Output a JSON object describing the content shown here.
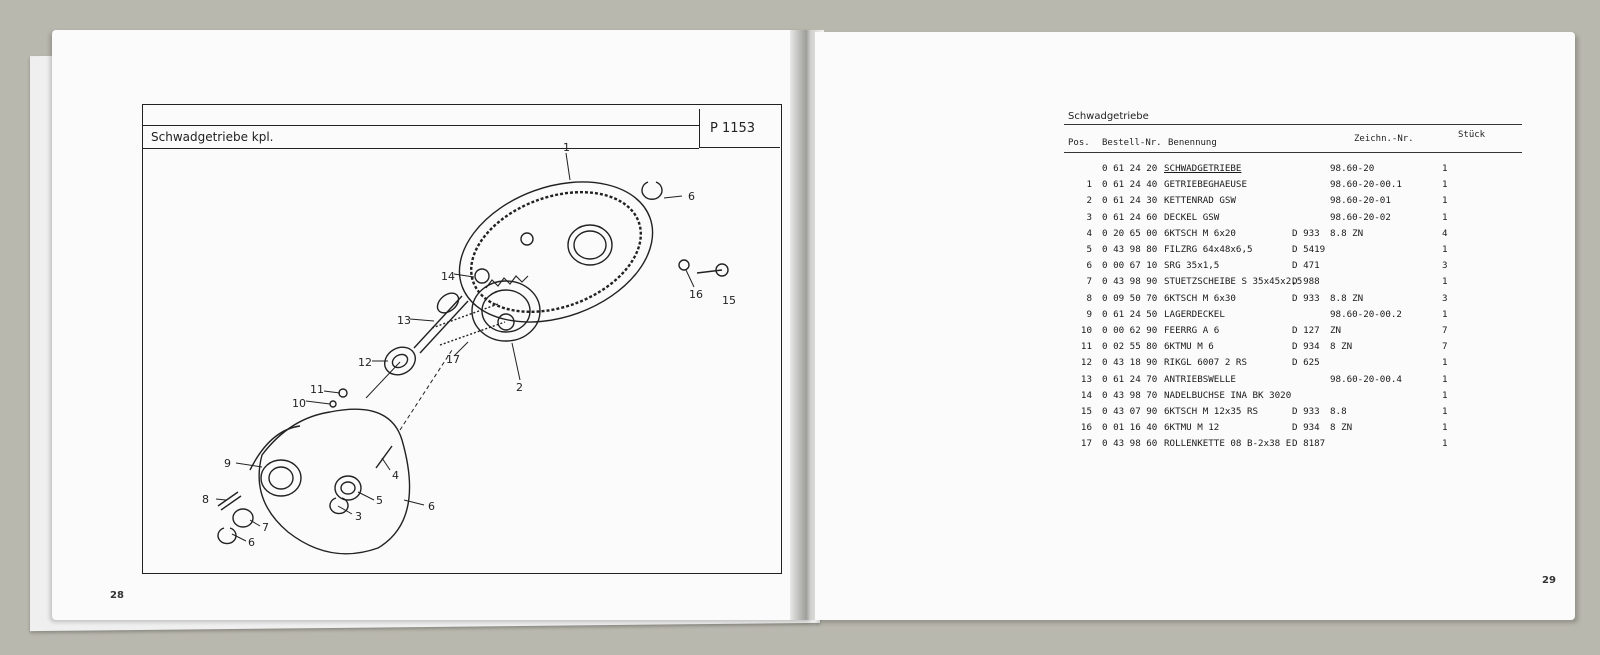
{
  "left_page": {
    "header_title": "Schwadgetriebe  kpl.",
    "plate_code": "P 1153",
    "page_number": "28",
    "callouts": [
      "1",
      "6",
      "14",
      "16",
      "15",
      "13",
      "12",
      "17",
      "2",
      "11",
      "10",
      "9",
      "4",
      "8",
      "5",
      "7",
      "6",
      "3",
      "6"
    ]
  },
  "right_page": {
    "title": "Schwadgetriebe",
    "page_number": "29",
    "columns": {
      "pos": "Pos.",
      "order_no": "Bestell-Nr.",
      "name": "Benennung",
      "drawing_no": "Zeichn.-Nr.",
      "qty": "Stück"
    },
    "rows": [
      {
        "pos": "",
        "order_no": "0 61 24 20",
        "name": "SCHWADGETRIEBE",
        "norm": "",
        "drawing_no": "98.60-20",
        "qty": "1"
      },
      {
        "pos": "1",
        "order_no": "0 61 24 40",
        "name": "GETRIEBEGHAEUSE",
        "norm": "",
        "drawing_no": "98.60-20-00.1",
        "qty": "1"
      },
      {
        "pos": "2",
        "order_no": "0 61 24 30",
        "name": "KETTENRAD GSW",
        "norm": "",
        "drawing_no": "98.60-20-01",
        "qty": "1"
      },
      {
        "pos": "3",
        "order_no": "0 61 24 60",
        "name": "DECKEL GSW",
        "norm": "",
        "drawing_no": "98.60-20-02",
        "qty": "1"
      },
      {
        "pos": "4",
        "order_no": "0 20 65 00",
        "name": "6KTSCH  M 6x20",
        "norm": "D 933",
        "drawing_no": "8.8 ZN",
        "qty": "4"
      },
      {
        "pos": "5",
        "order_no": "0 43 98 80",
        "name": "FILZRG 64x48x6,5",
        "norm": "D 5419",
        "drawing_no": "",
        "qty": "1"
      },
      {
        "pos": "6",
        "order_no": "0 00 67 10",
        "name": "SRG  35x1,5",
        "norm": "D 471",
        "drawing_no": "",
        "qty": "3"
      },
      {
        "pos": "7",
        "order_no": "0 43 98 90",
        "name": "STUETZSCHEIBE S 35x45x2,5",
        "norm": "D 988",
        "drawing_no": "",
        "qty": "1"
      },
      {
        "pos": "8",
        "order_no": "0 09 50 70",
        "name": "6KTSCH  M 6x30",
        "norm": "D 933",
        "drawing_no": "8.8 ZN",
        "qty": "3"
      },
      {
        "pos": "9",
        "order_no": "0 61 24 50",
        "name": "LAGERDECKEL",
        "norm": "",
        "drawing_no": "98.60-20-00.2",
        "qty": "1"
      },
      {
        "pos": "10",
        "order_no": "0 00 62 90",
        "name": "FEERRG A 6",
        "norm": "D 127",
        "drawing_no": "ZN",
        "qty": "7"
      },
      {
        "pos": "11",
        "order_no": "0 02 55 80",
        "name": "6KTMU  M 6",
        "norm": "D 934",
        "drawing_no": "8 ZN",
        "qty": "7"
      },
      {
        "pos": "12",
        "order_no": "0 43 18 90",
        "name": "RIKGL 6007 2 RS",
        "norm": "D 625",
        "drawing_no": "",
        "qty": "1"
      },
      {
        "pos": "13",
        "order_no": "0 61 24 70",
        "name": "ANTRIEBSWELLE",
        "norm": "",
        "drawing_no": "98.60-20-00.4",
        "qty": "1"
      },
      {
        "pos": "14",
        "order_no": "0 43 98 70",
        "name": "NADELBUCHSE INA BK 3020",
        "norm": "",
        "drawing_no": "",
        "qty": "1"
      },
      {
        "pos": "15",
        "order_no": "0 43 07 90",
        "name": "6KTSCH  M 12x35 RS",
        "norm": "D 933",
        "drawing_no": "8.8",
        "qty": "1"
      },
      {
        "pos": "16",
        "order_no": "0 01 16 40",
        "name": "6KTMU  M 12",
        "norm": "D 934",
        "drawing_no": "8 ZN",
        "qty": "1"
      },
      {
        "pos": "17",
        "order_no": "0 43 98 60",
        "name": "ROLLENKETTE 08 B-2x38 E",
        "norm": "D 8187",
        "drawing_no": "",
        "qty": "1"
      }
    ]
  }
}
